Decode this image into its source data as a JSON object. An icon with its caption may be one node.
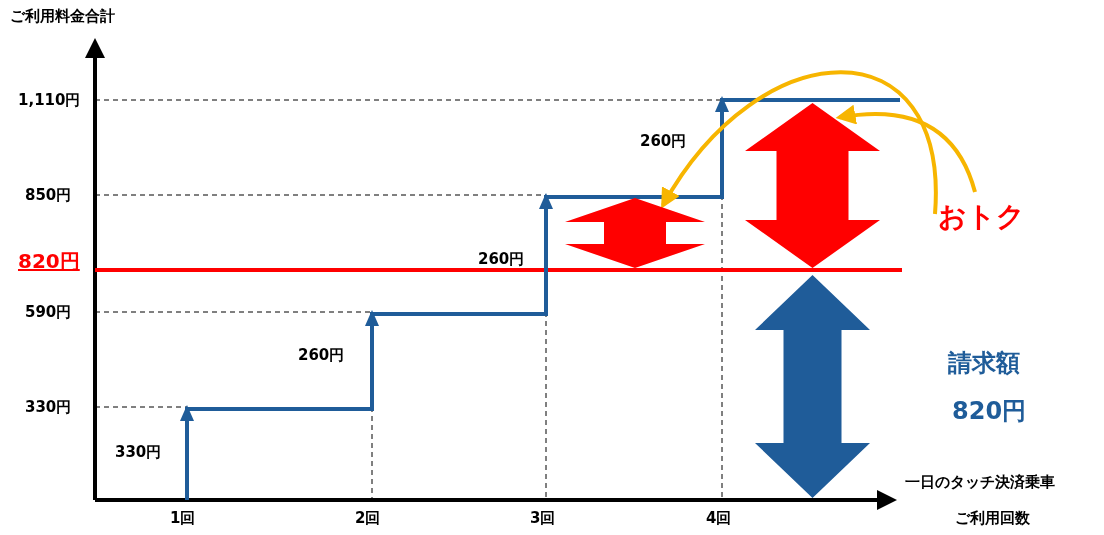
{
  "diagram": {
    "nodes": [
      {
        "text": [
          "おトク"
        ]
      },
      {
        "text": [],
        "shape": "arrow"
      },
      {
        "text": [],
        "shape": "arrow"
      }
    ],
    "edges": [
      {
        "from": 0,
        "to": 1,
        "arrow": "to"
      },
      {
        "from": 0,
        "to": 2,
        "arrow": "to"
      }
    ],
    "labels": [
      "ご利用料金合計",
      "1,110円",
      "850円",
      "820円",
      "590円",
      "330円",
      "260円",
      "260円",
      "260円",
      "330円",
      "1回",
      "2回",
      "3回",
      "4回",
      "一日のタッチ決済乗車",
      "ご利用回数",
      "請求額",
      "820円"
    ]
  }
}
